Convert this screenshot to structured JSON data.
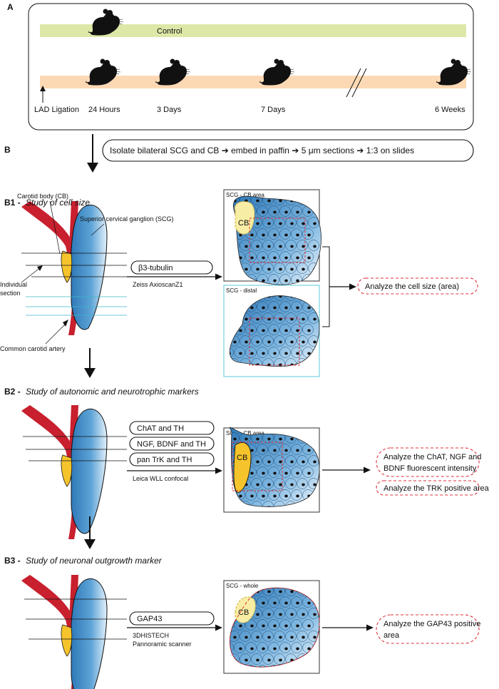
{
  "panel_a": {
    "label": "A",
    "control_label": "Control",
    "timepoints": [
      "LAD Ligation",
      "24 Hours",
      "3 Days",
      "7 Days",
      "6 Weeks"
    ]
  },
  "panel_b": {
    "label": "B",
    "protocol": "Isolate bilateral SCG and CB ➔ embed in paffin ➔ 5 μm sections ➔ 1:3 on slides",
    "anatomy": {
      "carotid_body": "Carotid body (CB)",
      "scg": "Superior cervical ganglion (SCG)",
      "individual_section": [
        "Individual",
        "section"
      ],
      "common_carotid": "Common carotid artery"
    },
    "b1": {
      "code": "B1 -",
      "title": "Study of cell size",
      "marker": "β3-tubulin",
      "scanner": "Zeiss AxioscanZ1",
      "panel_cb_area": "SCG - CB area",
      "panel_distal": "SCG - distal",
      "cb_label": "CB",
      "result": "Analyze the cell size (area)"
    },
    "b2": {
      "code": "B2 -",
      "title": "Study of autonomic and neurotrophic markers",
      "markers": [
        "ChAT and TH",
        "NGF, BDNF and TH",
        "pan TrK and TH"
      ],
      "scanner": "Leica WLL confocal",
      "panel_cb_area": "SCG - CB area",
      "cb_label": "CB",
      "result_1": [
        "Analyze the ChAT, NGF and",
        "BDNF fluorescent intensity"
      ],
      "result_2": "Analyze the TRK positive area"
    },
    "b3": {
      "code": "B3 -",
      "title": "Study of neuronal outgrowth marker",
      "marker": "GAP43",
      "scanner": [
        "3DHISTECH",
        "Pannoramic scanner"
      ],
      "panel_whole": "SCG - whole",
      "cb_label": "CB",
      "result": [
        "Analyze the GAP43 positive",
        "area"
      ]
    }
  },
  "colors": {
    "control_bar": "#dde8a8",
    "ligation_bar": "#fcd9b4",
    "artery": "#c8202e",
    "cb": "#f5c42c",
    "scg_blue": "#4a90c8",
    "scg_light": "#d6e8f6",
    "distal_frame": "#5bc8d8",
    "roi_red": "#e0303a"
  },
  "icons": [
    "mouse-icon",
    "timeline-break-icon",
    "down-arrow-icon",
    "right-arrow-icon"
  ]
}
